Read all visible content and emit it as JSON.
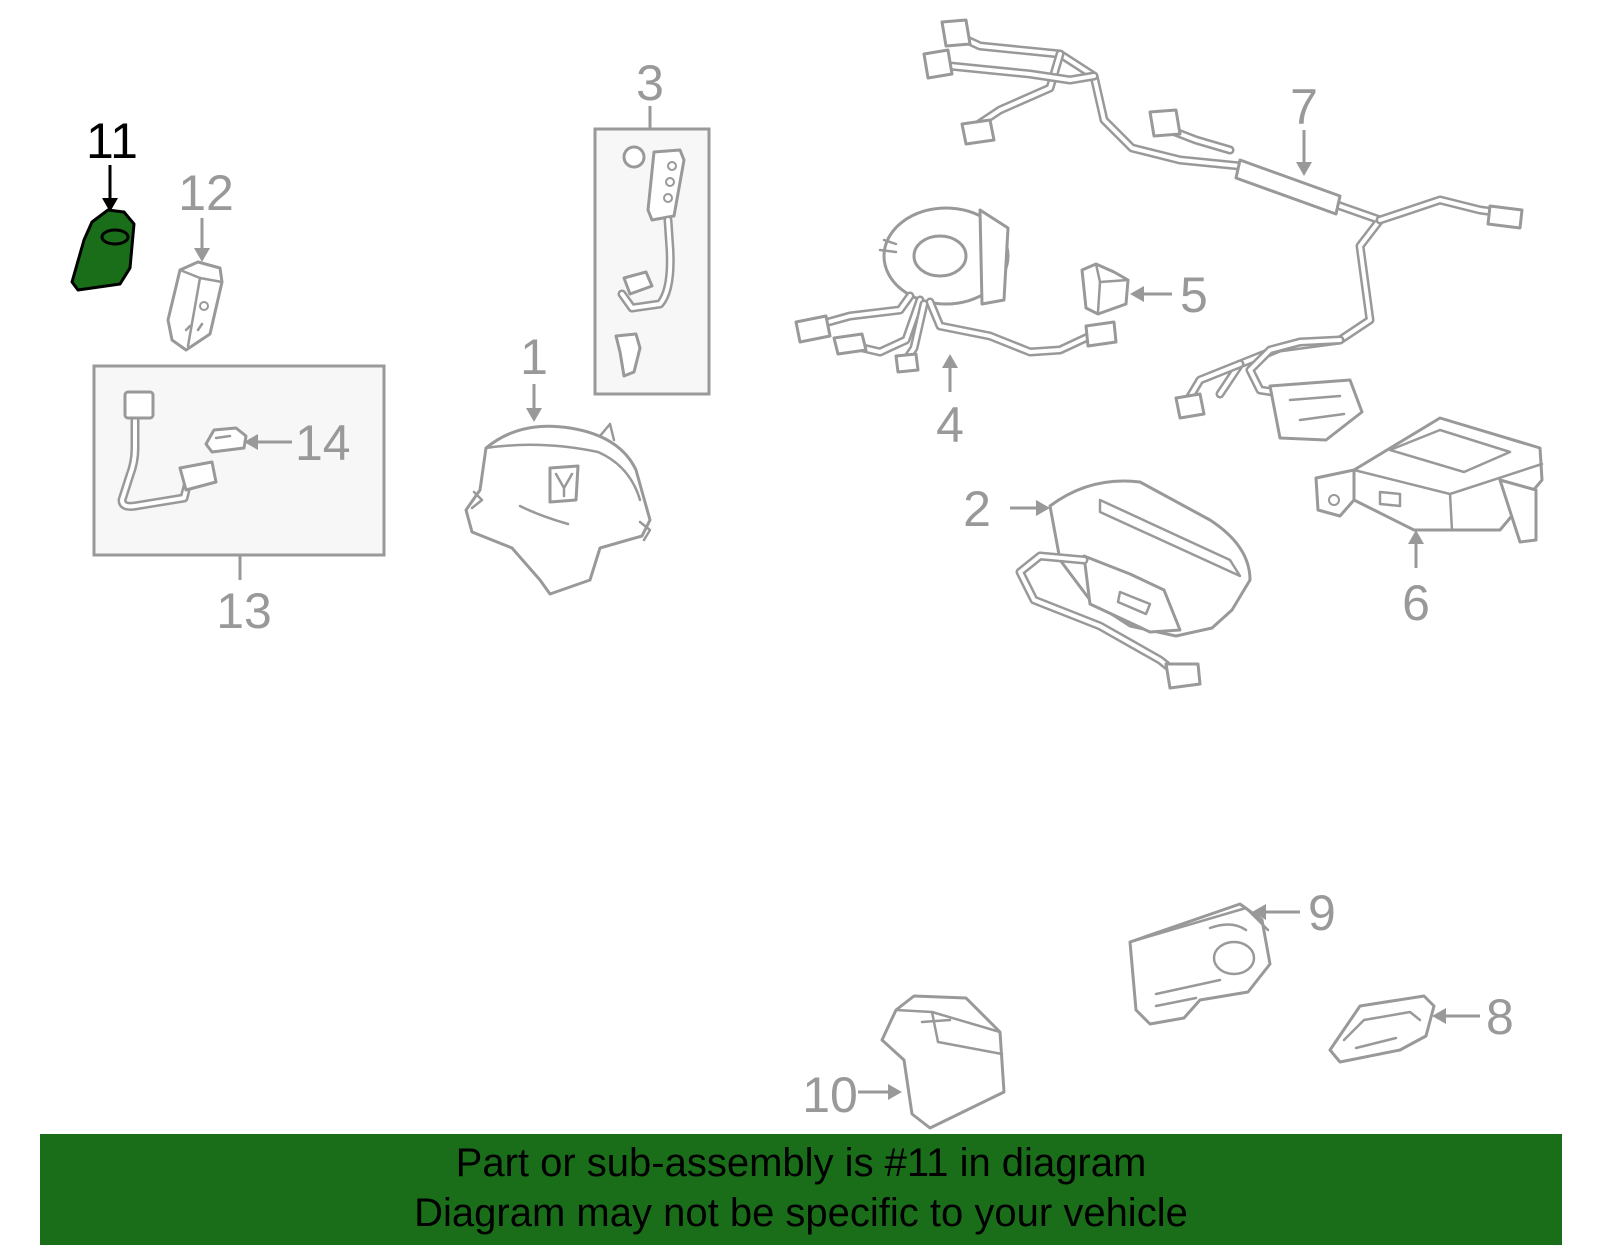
{
  "diagram": {
    "highlight_color": "#1a6e1a",
    "line_color": "#999999",
    "highlighted_part": "11",
    "labels": {
      "p1": "1",
      "p2": "2",
      "p3": "3",
      "p4": "4",
      "p5": "5",
      "p6": "6",
      "p7": "7",
      "p8": "8",
      "p9": "9",
      "p10": "10",
      "p11": "11",
      "p12": "12",
      "p13": "13",
      "p14": "14"
    }
  },
  "banner": {
    "line1": "Part or sub-assembly is #11 in diagram",
    "line2": "Diagram may not be specific to your vehicle"
  }
}
